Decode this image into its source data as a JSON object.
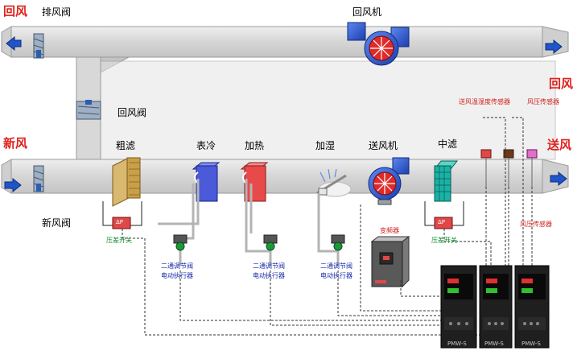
{
  "labels": {
    "return_air_left": "回风",
    "exhaust_damper": "排风阀",
    "return_fan": "回风机",
    "return_air_right": "回风",
    "return_damper": "回风阀",
    "fresh_air": "新风",
    "supply_air": "送风",
    "coarse_filter": "粗滤",
    "surface_cooler": "表冷",
    "heater": "加热",
    "humidifier": "加湿",
    "supply_fan": "送风机",
    "medium_filter": "中滤",
    "fresh_air_damper": "新风阀",
    "temp_humidity_sensor": "送风温湿度传感器",
    "pressure_sensor_top": "风压传感器",
    "pressure_sensor_right": "风压传感器",
    "diff_switch_1": "压差开关",
    "diff_switch_2": "压差开关",
    "valve_1_line1": "二通调节阀",
    "valve_1_line2": "电动执行器",
    "valve_2_line1": "二通调节阀",
    "valve_2_line2": "电动执行器",
    "valve_3_line1": "二通调节阀",
    "valve_3_line2": "电动执行器",
    "vfd": "变频器",
    "dp_badge_1": "ΔP",
    "dp_badge_2": "ΔP",
    "controller_1": "PMW-S",
    "controller_2": "PMW-S",
    "controller_3": "PMW-S"
  },
  "colors": {
    "duct": "#d9d9d9",
    "duct_edge": "#9a9a9a",
    "fan_blue": "#2f5fd6",
    "fan_red": "#e02a2a",
    "cooler": "#4a5ad8",
    "heater": "#e84a4a",
    "medium_filter": "#1bb2a5",
    "coarse_filter": "#c9a04a",
    "pipe": "#c8c8c8",
    "arrow": "#1f55c8"
  },
  "icons": [
    "airflow-arrow-icon",
    "fan-icon",
    "damper-icon",
    "valve-icon",
    "sensor-icon",
    "controller-icon"
  ]
}
